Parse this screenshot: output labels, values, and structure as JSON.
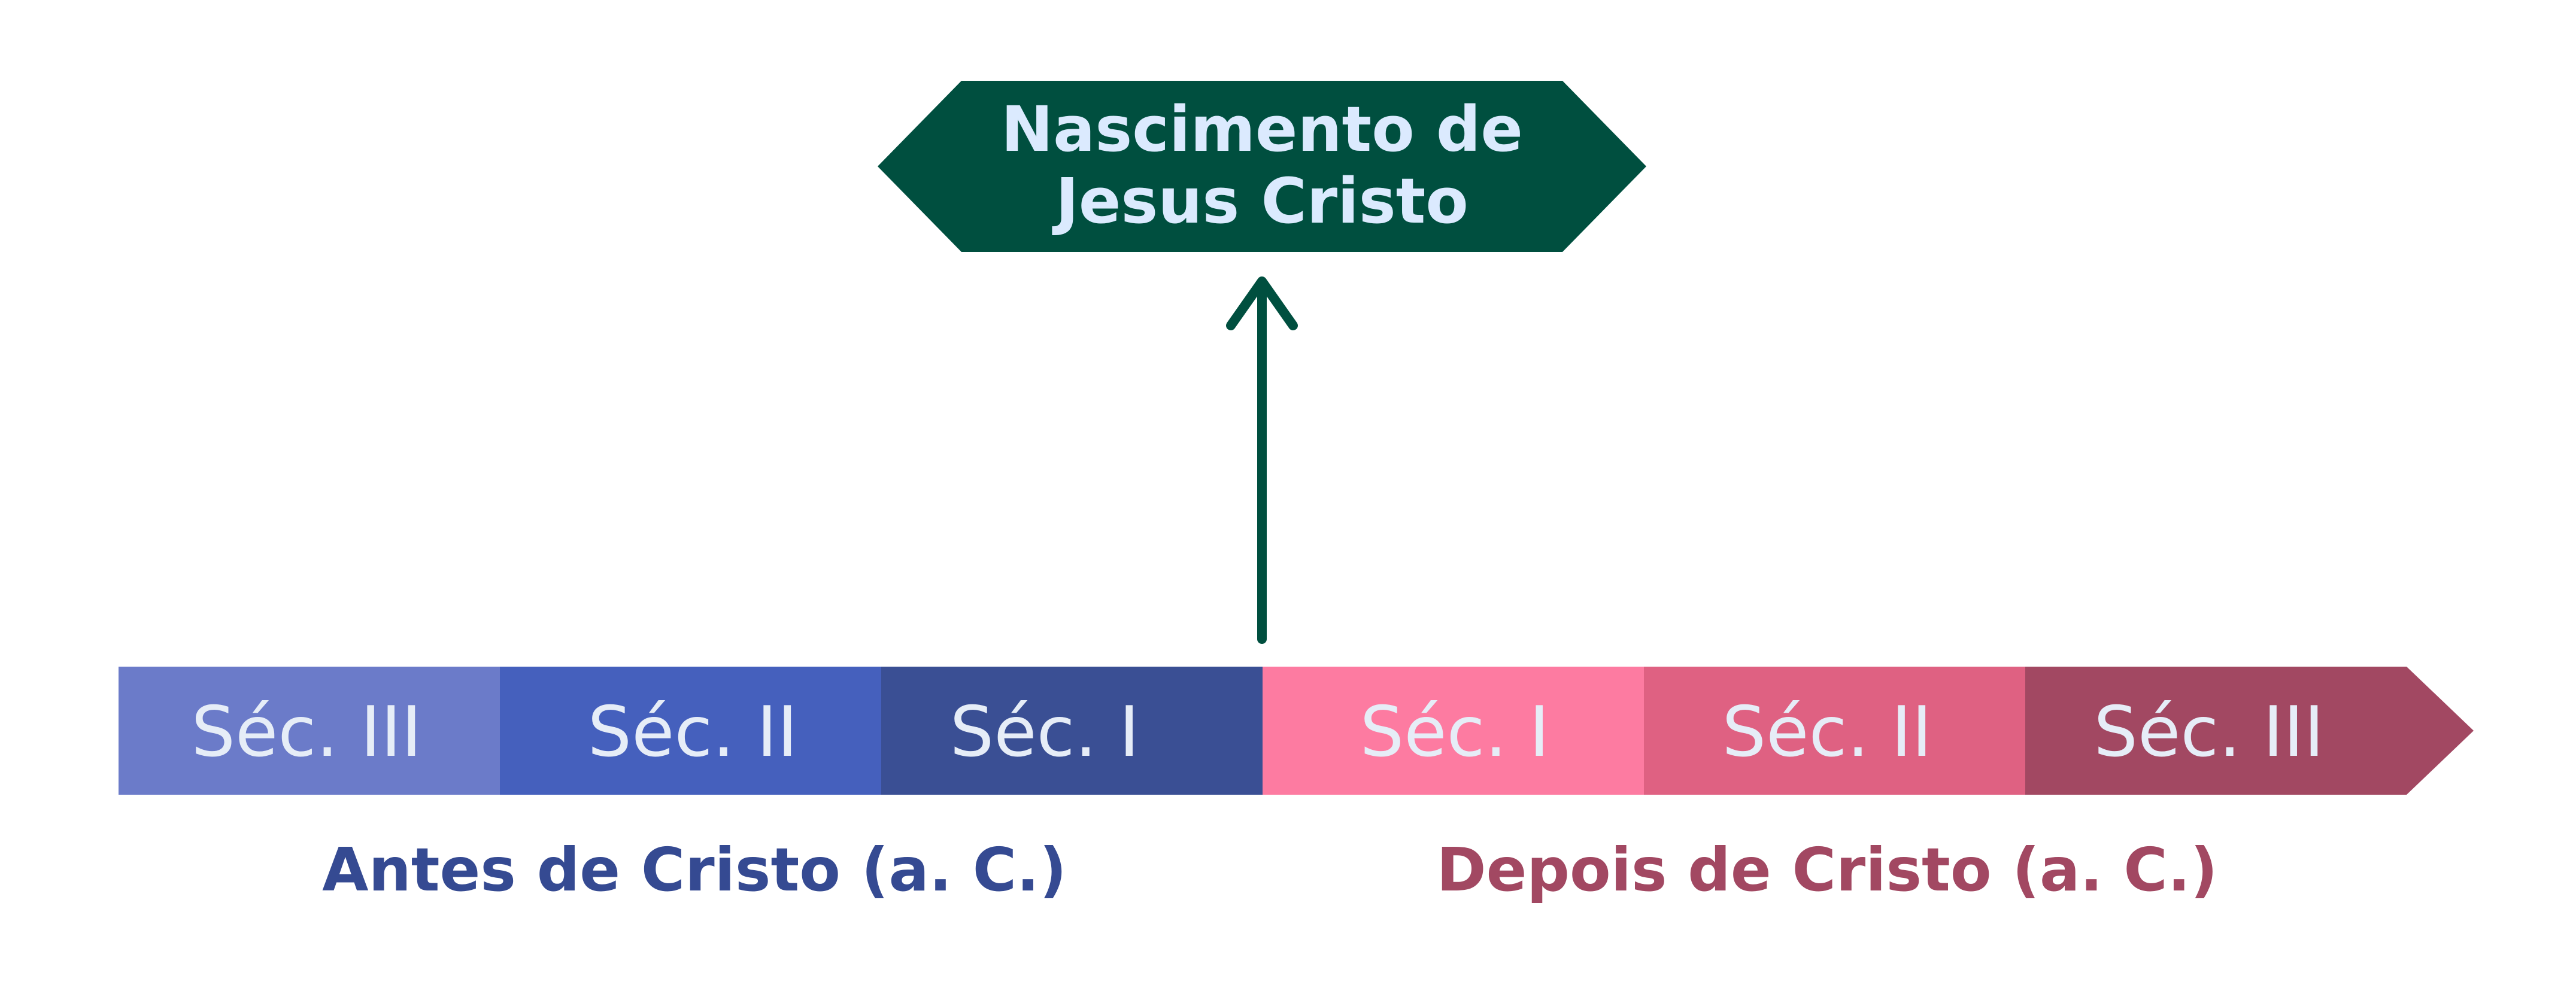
{
  "birth_event": {
    "line1": "Nascimento de",
    "line2": "Jesus Cristo"
  },
  "timeline": {
    "segments": [
      {
        "label": "Séc. III",
        "color": "#6b7bc9"
      },
      {
        "label": "Séc. II",
        "color": "#4560bd"
      },
      {
        "label": "Séc. I",
        "color": "#3a4f94"
      },
      {
        "label": "Séc. I",
        "color": "#fd7ba1"
      },
      {
        "label": "Séc. II",
        "color": "#df6182"
      },
      {
        "label": "Séc. III",
        "color": "#a24862"
      }
    ]
  },
  "eras": {
    "before": {
      "label": "Antes de Cristo (a. C.)",
      "color": "#354a92"
    },
    "after": {
      "label": "Depois de Cristo (a. C.)",
      "color": "#a24862"
    }
  },
  "colors": {
    "event_fill": "#004f3f",
    "arrow": "#004f3f"
  }
}
